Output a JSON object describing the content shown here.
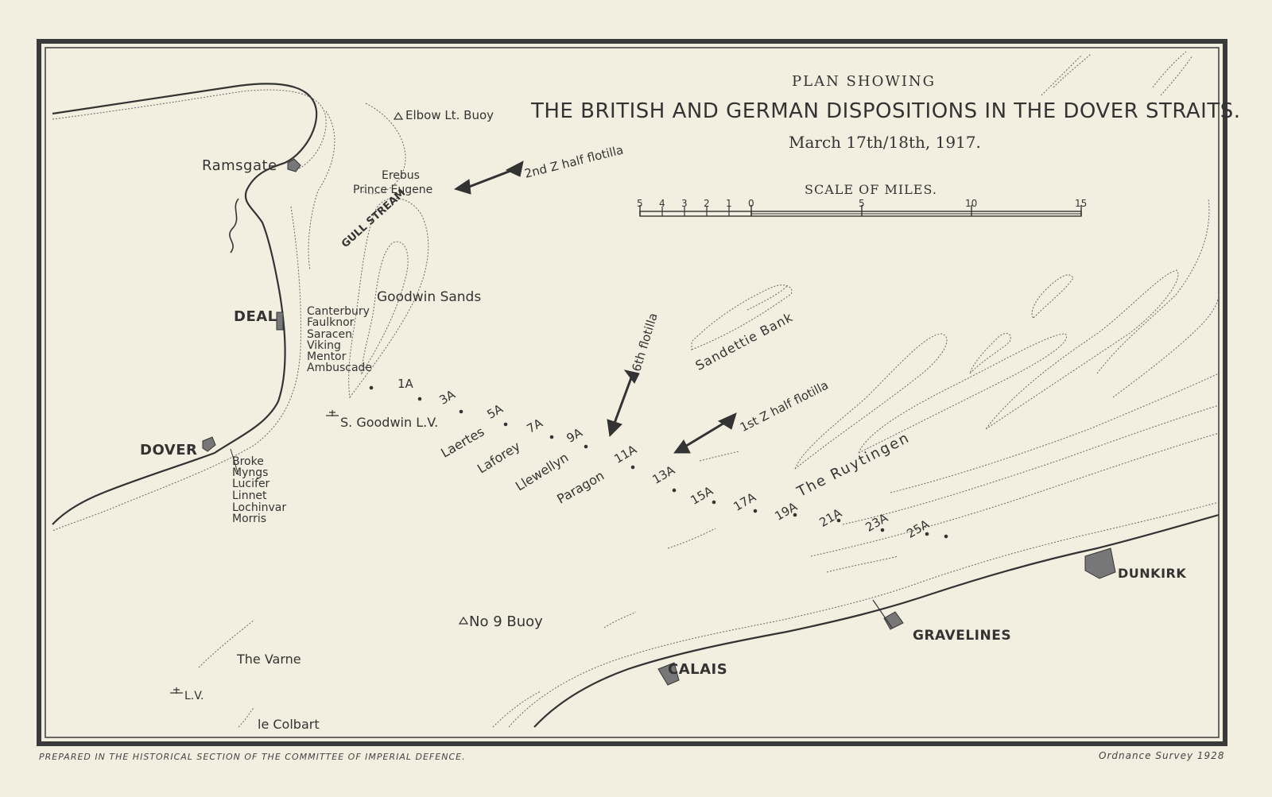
{
  "title": {
    "line1": "PLAN SHOWING",
    "line2": "THE BRITISH AND GERMAN DISPOSITIONS IN THE DOVER STRAITS.",
    "date": "March 17th/18th, 1917."
  },
  "scale": {
    "label": "SCALE OF MILES.",
    "ticks": [
      "5",
      "4",
      "3",
      "2",
      "1",
      "0",
      "5",
      "10",
      "15"
    ]
  },
  "towns": {
    "ramsgate": "Ramsgate",
    "deal": "DEAL",
    "dover": "DOVER",
    "calais": "CALAIS",
    "gravelines": "GRAVELINES",
    "dunkirk": "DUNKIRK"
  },
  "features": {
    "elbow_buoy": "Elbow Lt. Buoy",
    "gull_stream": "GULL STREAM",
    "goodwin_sands": "Goodwin Sands",
    "s_goodwin_lv": "S. Goodwin L.V.",
    "sandettie_bank": "Sandettie Bank",
    "the_ruytingen": "The   Ruytingen",
    "no9_buoy": "No 9 Buoy",
    "the_varne": "The Varne",
    "lv": "L.V.",
    "le_colbart": "le Colbart"
  },
  "groups": {
    "ramsgate_ships": [
      "Erebus",
      "Prince Eugene"
    ],
    "deal_ships": [
      "Canterbury",
      "Faulknor",
      "Saracen",
      "Viking",
      "Mentor",
      "Ambuscade"
    ],
    "dover_ships": [
      "Broke",
      "Myngs",
      "Lucifer",
      "Linnet",
      "Lochinvar",
      "Morris"
    ]
  },
  "flotillas": {
    "second_z": "2nd Z half flotilla",
    "sixth": "6th flotilla",
    "first_z": "1st Z half flotilla"
  },
  "patrol_ships": [
    "Laertes",
    "Laforey",
    "Llewellyn",
    "Paragon"
  ],
  "patrol_points": [
    "1A",
    "3A",
    "5A",
    "7A",
    "9A",
    "11A",
    "13A",
    "15A",
    "17A",
    "19A",
    "21A",
    "23A",
    "25A"
  ],
  "footer": {
    "left": "PREPARED IN THE HISTORICAL SECTION OF THE COMMITTEE OF IMPERIAL DEFENCE.",
    "right": "Ordnance Survey 1928"
  }
}
